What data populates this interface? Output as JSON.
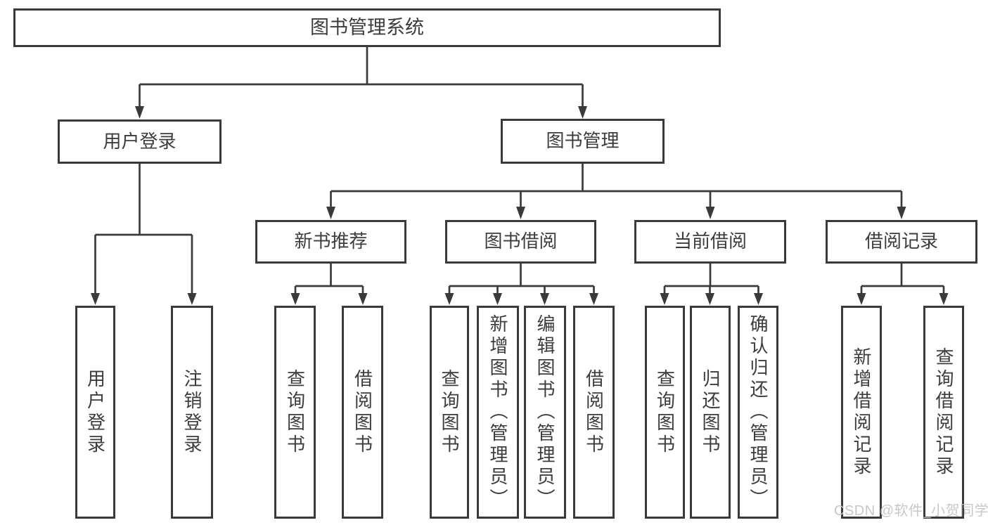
{
  "diagram": {
    "title": "图书管理系统",
    "children": [
      {
        "label": "用户登录",
        "children": [
          {
            "label": "用户登录"
          },
          {
            "label": "注销登录"
          }
        ]
      },
      {
        "label": "图书管理",
        "children": [
          {
            "label": "新书推荐",
            "children": [
              {
                "label": "查询图书"
              },
              {
                "label": "借阅图书"
              }
            ]
          },
          {
            "label": "图书借阅",
            "children": [
              {
                "label": "查询图书"
              },
              {
                "label": "新增图书（管理员）"
              },
              {
                "label": "编辑图书（管理员）"
              },
              {
                "label": "借阅图书"
              }
            ]
          },
          {
            "label": "当前借阅",
            "children": [
              {
                "label": "查询图书"
              },
              {
                "label": "归还图书"
              },
              {
                "label": "确认归还（管理员）"
              }
            ]
          },
          {
            "label": "借阅记录",
            "children": [
              {
                "label": "新增借阅记录"
              },
              {
                "label": "查询借阅记录"
              }
            ]
          }
        ]
      }
    ]
  },
  "watermark": {
    "text": "CSDN @软件_小贺同学"
  },
  "colors": {
    "line": "#3a3a3a",
    "box_border": "#3a3a3a",
    "text": "#3c3c3c",
    "watermark": "#c4c4c4",
    "background": "#ffffff"
  }
}
